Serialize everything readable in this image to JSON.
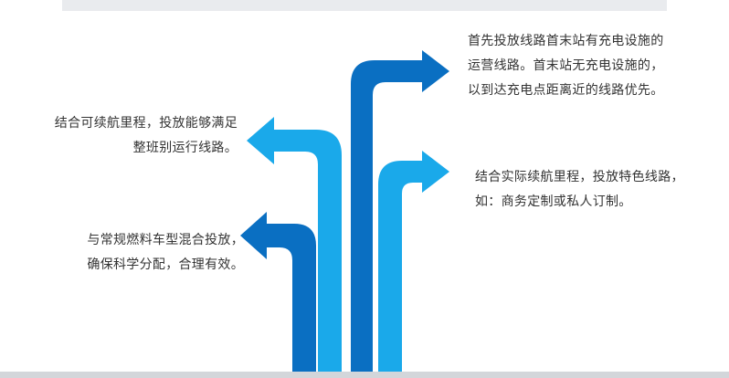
{
  "colors": {
    "dark_blue": "#0a6fc2",
    "light_blue": "#1aa9ea",
    "text": "#333333",
    "top_band": "#e9ebee",
    "bottom_band": "#d3d6da"
  },
  "items": [
    {
      "lines": [
        "首先投放线路首末站有充电设施的",
        "运营线路。首末站无充电设施的，",
        "以到达充电点距离近的线路优先。"
      ]
    },
    {
      "lines": [
        "结合可续航里程，投放能够满足",
        "整班别运行线路。"
      ]
    },
    {
      "lines": [
        "结合实际续航里程，投放特色线路，",
        "如：商务定制或私人订制。"
      ]
    },
    {
      "lines": [
        "与常规燃料车型混合投放，",
        "确保科学分配，合理有效。"
      ]
    }
  ]
}
